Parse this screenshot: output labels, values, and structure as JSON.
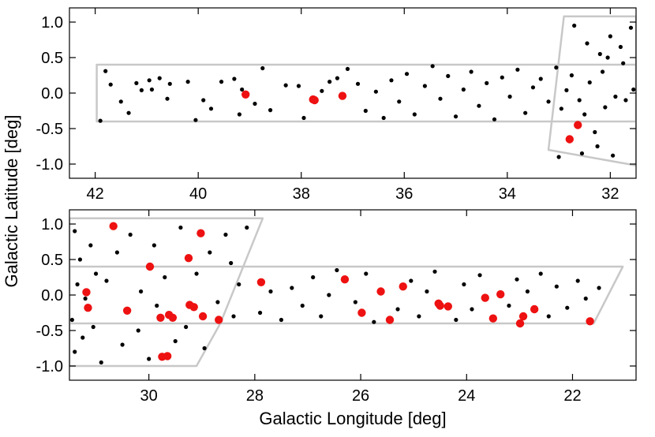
{
  "chart_data": {
    "type": "scatter",
    "ylabel": "Galactic Latitude [deg]",
    "footprint_color": "#c8c8c8",
    "background_source_color": "#000000",
    "highlight_source_color": "#ee1111",
    "panels": [
      {
        "xlim": [
          42.5,
          31.5
        ],
        "ylim": [
          -1.2,
          1.2
        ],
        "x_ticks": [
          42,
          40,
          38,
          36,
          34,
          32
        ],
        "x_tick_labels": [
          "42",
          "40",
          "38",
          "36",
          "34",
          "32"
        ],
        "y_ticks": [
          1.0,
          0.5,
          0.0,
          -0.5,
          -1.0
        ],
        "y_tick_labels": [
          "1.0",
          "0.5",
          "0.0",
          "-0.5",
          "-1.0"
        ],
        "xlabel": "",
        "footprints": [
          [
            [
              41.97,
              0.4
            ],
            [
              31.5,
              0.4
            ],
            [
              31.5,
              -0.4
            ],
            [
              41.97,
              -0.4
            ]
          ],
          [
            [
              32.9,
              1.08
            ],
            [
              31.5,
              1.08
            ],
            [
              31.5,
              -1.02
            ],
            [
              33.2,
              -0.8
            ]
          ]
        ],
        "highlight_sources": [
          {
            "x": 39.08,
            "y": -0.02
          },
          {
            "x": 37.77,
            "y": -0.09
          },
          {
            "x": 37.74,
            "y": -0.1
          },
          {
            "x": 37.2,
            "y": -0.04
          },
          {
            "x": 32.63,
            "y": -0.45
          },
          {
            "x": 32.79,
            "y": -0.65
          }
        ],
        "background_sources": [
          {
            "x": 41.8,
            "y": 0.31
          },
          {
            "x": 41.7,
            "y": 0.12
          },
          {
            "x": 41.5,
            "y": -0.12
          },
          {
            "x": 41.9,
            "y": -0.39
          },
          {
            "x": 41.2,
            "y": 0.14
          },
          {
            "x": 41.1,
            "y": 0.04
          },
          {
            "x": 41.35,
            "y": -0.28
          },
          {
            "x": 40.95,
            "y": 0.18
          },
          {
            "x": 40.75,
            "y": 0.21
          },
          {
            "x": 40.9,
            "y": 0.05
          },
          {
            "x": 40.6,
            "y": -0.08
          },
          {
            "x": 40.55,
            "y": 0.13
          },
          {
            "x": 40.2,
            "y": 0.16
          },
          {
            "x": 39.9,
            "y": -0.1
          },
          {
            "x": 40.05,
            "y": -0.38
          },
          {
            "x": 39.75,
            "y": -0.22
          },
          {
            "x": 39.55,
            "y": 0.16
          },
          {
            "x": 39.3,
            "y": 0.2
          },
          {
            "x": 39.15,
            "y": 0.05
          },
          {
            "x": 39.2,
            "y": -0.3
          },
          {
            "x": 38.9,
            "y": -0.15
          },
          {
            "x": 38.75,
            "y": 0.35
          },
          {
            "x": 38.6,
            "y": -0.24
          },
          {
            "x": 38.3,
            "y": 0.11
          },
          {
            "x": 38.05,
            "y": 0.1
          },
          {
            "x": 37.95,
            "y": -0.35
          },
          {
            "x": 37.6,
            "y": 0.03
          },
          {
            "x": 37.45,
            "y": 0.16
          },
          {
            "x": 37.3,
            "y": 0.21
          },
          {
            "x": 37.1,
            "y": 0.34
          },
          {
            "x": 36.9,
            "y": 0.13
          },
          {
            "x": 36.75,
            "y": -0.25
          },
          {
            "x": 36.55,
            "y": 0.02
          },
          {
            "x": 36.4,
            "y": -0.35
          },
          {
            "x": 36.25,
            "y": 0.18
          },
          {
            "x": 36.1,
            "y": -0.12
          },
          {
            "x": 35.95,
            "y": 0.27
          },
          {
            "x": 35.8,
            "y": -0.3
          },
          {
            "x": 35.6,
            "y": 0.1
          },
          {
            "x": 35.45,
            "y": 0.38
          },
          {
            "x": 35.3,
            "y": -0.08
          },
          {
            "x": 35.15,
            "y": 0.24
          },
          {
            "x": 35.0,
            "y": -0.33
          },
          {
            "x": 34.85,
            "y": 0.05
          },
          {
            "x": 34.7,
            "y": 0.3
          },
          {
            "x": 34.55,
            "y": -0.18
          },
          {
            "x": 34.4,
            "y": 0.14
          },
          {
            "x": 34.25,
            "y": -0.37
          },
          {
            "x": 34.1,
            "y": 0.22
          },
          {
            "x": 33.95,
            "y": -0.05
          },
          {
            "x": 33.8,
            "y": 0.33
          },
          {
            "x": 33.65,
            "y": -0.28
          },
          {
            "x": 33.5,
            "y": 0.08
          },
          {
            "x": 33.35,
            "y": 0.2
          },
          {
            "x": 33.2,
            "y": -0.12
          },
          {
            "x": 33.05,
            "y": 0.36
          },
          {
            "x": 32.95,
            "y": -0.22
          },
          {
            "x": 32.85,
            "y": 0.04
          },
          {
            "x": 32.75,
            "y": 0.25
          },
          {
            "x": 32.6,
            "y": -0.1
          },
          {
            "x": 32.5,
            "y": -0.3
          },
          {
            "x": 32.4,
            "y": 0.15
          },
          {
            "x": 32.3,
            "y": -0.55
          },
          {
            "x": 32.2,
            "y": 0.55
          },
          {
            "x": 32.1,
            "y": -0.2
          },
          {
            "x": 32.0,
            "y": 0.8
          },
          {
            "x": 31.9,
            "y": -0.05
          },
          {
            "x": 31.8,
            "y": 0.65
          },
          {
            "x": 31.7,
            "y": -0.1
          },
          {
            "x": 31.6,
            "y": 0.92
          },
          {
            "x": 32.7,
            "y": 0.95
          },
          {
            "x": 32.45,
            "y": 0.7
          },
          {
            "x": 32.15,
            "y": 0.3
          },
          {
            "x": 31.95,
            "y": -0.88
          },
          {
            "x": 32.55,
            "y": -0.85
          },
          {
            "x": 33.0,
            "y": -0.9
          },
          {
            "x": 32.25,
            "y": -0.75
          },
          {
            "x": 31.75,
            "y": 0.42
          },
          {
            "x": 31.55,
            "y": 0.05
          },
          {
            "x": 32.05,
            "y": 0.5
          }
        ]
      },
      {
        "xlim": [
          31.5,
          20.8
        ],
        "ylim": [
          -1.2,
          1.2
        ],
        "x_ticks": [
          30,
          28,
          26,
          24,
          22
        ],
        "x_tick_labels": [
          "30",
          "28",
          "26",
          "24",
          "22"
        ],
        "y_ticks": [
          1.0,
          0.5,
          0.0,
          -0.5,
          -1.0
        ],
        "y_tick_labels": [
          "1.0",
          "0.5",
          "0.0",
          "-0.5",
          "-1.0"
        ],
        "xlabel": "Galactic Longitude [deg]",
        "footprints": [
          [
            [
              31.5,
              0.4
            ],
            [
              21.05,
              0.4
            ],
            [
              21.6,
              -0.4
            ],
            [
              31.5,
              -0.4
            ]
          ],
          [
            [
              31.5,
              1.08
            ],
            [
              27.85,
              1.08
            ],
            [
              28.65,
              -0.4
            ],
            [
              29.1,
              -1.0
            ],
            [
              31.5,
              -1.0
            ]
          ]
        ],
        "highlight_sources": [
          {
            "x": 30.67,
            "y": 0.97
          },
          {
            "x": 29.02,
            "y": 0.87
          },
          {
            "x": 29.25,
            "y": 0.52
          },
          {
            "x": 29.98,
            "y": 0.4
          },
          {
            "x": 31.18,
            "y": 0.04
          },
          {
            "x": 31.15,
            "y": -0.18
          },
          {
            "x": 30.41,
            "y": -0.22
          },
          {
            "x": 29.78,
            "y": -0.32
          },
          {
            "x": 29.62,
            "y": -0.28
          },
          {
            "x": 29.55,
            "y": -0.32
          },
          {
            "x": 29.23,
            "y": -0.14
          },
          {
            "x": 29.15,
            "y": -0.17
          },
          {
            "x": 28.98,
            "y": -0.3
          },
          {
            "x": 28.68,
            "y": -0.35
          },
          {
            "x": 29.75,
            "y": -0.87
          },
          {
            "x": 29.65,
            "y": -0.86
          },
          {
            "x": 27.88,
            "y": 0.18
          },
          {
            "x": 26.3,
            "y": 0.22
          },
          {
            "x": 25.98,
            "y": -0.25
          },
          {
            "x": 25.62,
            "y": 0.05
          },
          {
            "x": 25.45,
            "y": -0.35
          },
          {
            "x": 25.2,
            "y": 0.12
          },
          {
            "x": 24.53,
            "y": -0.12
          },
          {
            "x": 24.5,
            "y": -0.15
          },
          {
            "x": 24.35,
            "y": -0.16
          },
          {
            "x": 23.65,
            "y": -0.04
          },
          {
            "x": 23.5,
            "y": -0.33
          },
          {
            "x": 23.36,
            "y": 0.01
          },
          {
            "x": 22.99,
            "y": -0.4
          },
          {
            "x": 22.93,
            "y": -0.3
          },
          {
            "x": 22.72,
            "y": -0.2
          },
          {
            "x": 21.67,
            "y": -0.37
          }
        ],
        "background_sources": [
          {
            "x": 31.4,
            "y": 0.9
          },
          {
            "x": 31.1,
            "y": 0.7
          },
          {
            "x": 31.3,
            "y": 0.5
          },
          {
            "x": 31.0,
            "y": 0.3
          },
          {
            "x": 31.35,
            "y": 0.15
          },
          {
            "x": 31.2,
            "y": -0.05
          },
          {
            "x": 31.45,
            "y": -0.35
          },
          {
            "x": 31.25,
            "y": -0.6
          },
          {
            "x": 31.05,
            "y": -0.45
          },
          {
            "x": 31.4,
            "y": -0.8
          },
          {
            "x": 30.9,
            "y": -0.95
          },
          {
            "x": 30.8,
            "y": 0.2
          },
          {
            "x": 30.6,
            "y": 0.6
          },
          {
            "x": 30.5,
            "y": -0.7
          },
          {
            "x": 30.35,
            "y": 0.85
          },
          {
            "x": 30.2,
            "y": -0.5
          },
          {
            "x": 30.15,
            "y": 0.05
          },
          {
            "x": 30.0,
            "y": -0.9
          },
          {
            "x": 29.9,
            "y": 0.7
          },
          {
            "x": 29.85,
            "y": -0.15
          },
          {
            "x": 29.7,
            "y": 0.25
          },
          {
            "x": 29.5,
            "y": -0.65
          },
          {
            "x": 29.4,
            "y": 0.95
          },
          {
            "x": 29.3,
            "y": -0.45
          },
          {
            "x": 29.1,
            "y": 0.3
          },
          {
            "x": 28.95,
            "y": -0.75
          },
          {
            "x": 28.85,
            "y": 0.6
          },
          {
            "x": 28.7,
            "y": -0.1
          },
          {
            "x": 28.55,
            "y": 0.85
          },
          {
            "x": 28.45,
            "y": 0.45
          },
          {
            "x": 28.3,
            "y": 0.15
          },
          {
            "x": 28.15,
            "y": 0.95
          },
          {
            "x": 28.4,
            "y": -0.3
          },
          {
            "x": 27.9,
            "y": -0.25
          },
          {
            "x": 27.7,
            "y": 0.05
          },
          {
            "x": 27.5,
            "y": -0.35
          },
          {
            "x": 27.3,
            "y": 0.1
          },
          {
            "x": 27.1,
            "y": -0.15
          },
          {
            "x": 26.9,
            "y": 0.25
          },
          {
            "x": 26.75,
            "y": -0.3
          },
          {
            "x": 26.6,
            "y": 0.0
          },
          {
            "x": 26.45,
            "y": 0.35
          },
          {
            "x": 26.1,
            "y": -0.1
          },
          {
            "x": 25.9,
            "y": 0.3
          },
          {
            "x": 25.75,
            "y": -0.38
          },
          {
            "x": 25.3,
            "y": -0.2
          },
          {
            "x": 25.05,
            "y": 0.2
          },
          {
            "x": 24.9,
            "y": -0.3
          },
          {
            "x": 24.75,
            "y": 0.05
          },
          {
            "x": 24.6,
            "y": 0.33
          },
          {
            "x": 24.2,
            "y": -0.35
          },
          {
            "x": 24.05,
            "y": 0.15
          },
          {
            "x": 23.9,
            "y": -0.2
          },
          {
            "x": 23.75,
            "y": 0.28
          },
          {
            "x": 23.2,
            "y": -0.15
          },
          {
            "x": 23.05,
            "y": 0.22
          },
          {
            "x": 22.85,
            "y": 0.05
          },
          {
            "x": 22.6,
            "y": 0.3
          },
          {
            "x": 22.45,
            "y": -0.3
          },
          {
            "x": 22.3,
            "y": 0.12
          },
          {
            "x": 22.1,
            "y": -0.18
          },
          {
            "x": 21.9,
            "y": 0.2
          },
          {
            "x": 21.75,
            "y": -0.05
          },
          {
            "x": 21.5,
            "y": 0.1
          }
        ]
      }
    ]
  }
}
